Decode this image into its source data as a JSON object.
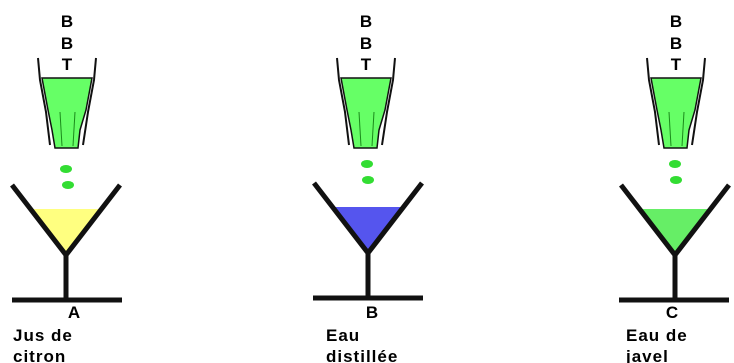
{
  "setups": [
    {
      "id": "A",
      "label_lines": [
        "Jus de",
        "citron"
      ],
      "reagent_letters": [
        "B",
        "B",
        "T"
      ],
      "liquid_color": "#ffff80",
      "drop_color": "#33dd33"
    },
    {
      "id": "B",
      "label_lines": [
        "Eau",
        "distillée"
      ],
      "reagent_letters": [
        "B",
        "B",
        "T"
      ],
      "liquid_color": "#5555ee",
      "drop_color": "#33dd33"
    },
    {
      "id": "C",
      "label_lines": [
        "Eau de",
        "javel"
      ],
      "reagent_letters": [
        "B",
        "B",
        "T"
      ],
      "liquid_color": "#66ee66",
      "drop_color": "#33dd33"
    }
  ],
  "colors": {
    "dropper_fill": "#66ff66",
    "outline": "#000000"
  }
}
